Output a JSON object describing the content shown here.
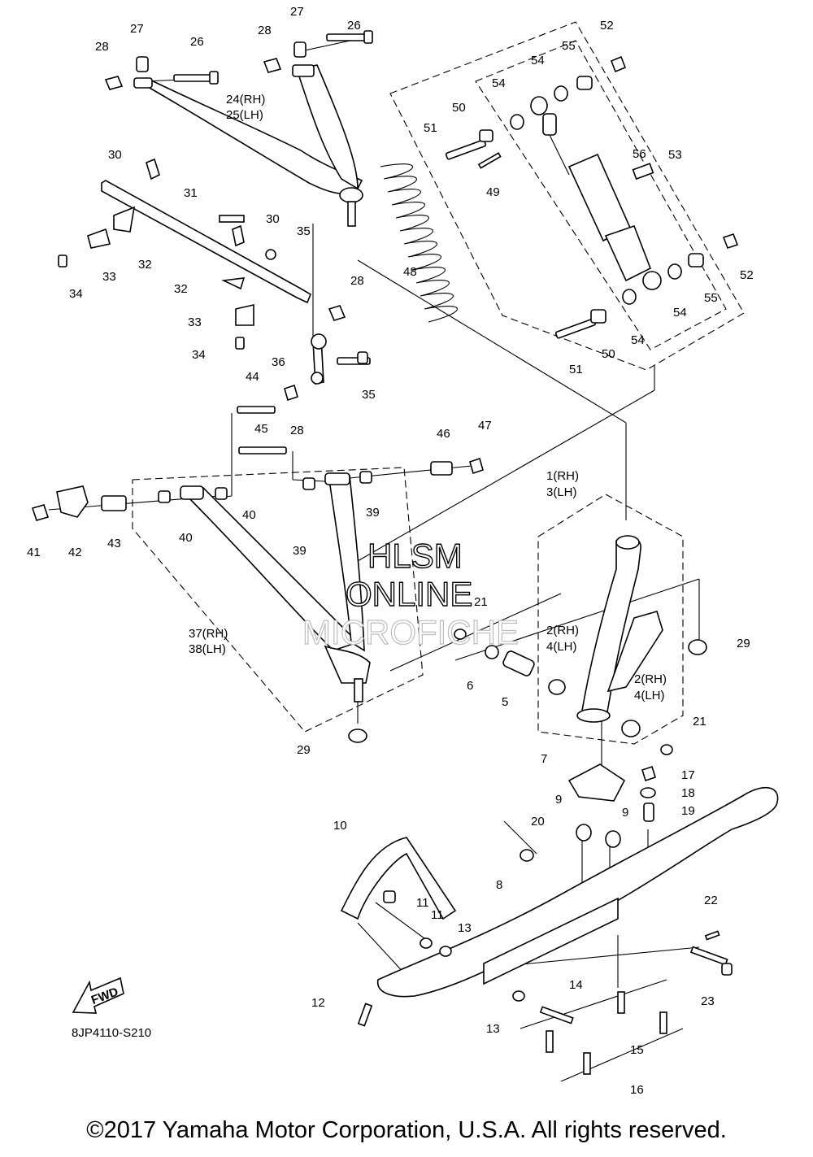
{
  "diagram_code": "8JP4110-S210",
  "copyright": "©2017 Yamaha Motor Corporation, U.S.A. All rights reserved.",
  "watermark": {
    "line1": "HLSM",
    "line2": "ONLINE",
    "line3": "MICROFICHE"
  },
  "fwd_label": "FWD",
  "callouts": {
    "c1": "1(RH)",
    "c3": "3(LH)",
    "c2a": "2(RH)",
    "c4a": "4(LH)",
    "c2b": "2(RH)",
    "c4b": "4(LH)",
    "c5": "5",
    "c6": "6",
    "c7": "7",
    "c8": "8",
    "c9a": "9",
    "c9b": "9",
    "c10": "10",
    "c11a": "11",
    "c11b": "11",
    "c12": "12",
    "c13a": "13",
    "c13b": "13",
    "c14": "14",
    "c15": "15",
    "c16": "16",
    "c17": "17",
    "c18": "18",
    "c19": "19",
    "c20": "20",
    "c21a": "21",
    "c21b": "21",
    "c22": "22",
    "c23": "23",
    "c24": "24(RH)",
    "c25": "25(LH)",
    "c26a": "26",
    "c26b": "26",
    "c27a": "27",
    "c27b": "27",
    "c28a": "28",
    "c28b": "28",
    "c28c": "28",
    "c28d": "28",
    "c29a": "29",
    "c29b": "29",
    "c30a": "30",
    "c30b": "30",
    "c31": "31",
    "c32a": "32",
    "c32b": "32",
    "c33a": "33",
    "c33b": "33",
    "c34a": "34",
    "c34b": "34",
    "c35a": "35",
    "c35b": "35",
    "c36": "36",
    "c37": "37(RH)",
    "c38": "38(LH)",
    "c39a": "39",
    "c39b": "39",
    "c40a": "40",
    "c40b": "40",
    "c41": "41",
    "c42": "42",
    "c43": "43",
    "c44": "44",
    "c45": "45",
    "c46": "46",
    "c47": "47",
    "c48": "48",
    "c49": "49",
    "c50a": "50",
    "c50b": "50",
    "c51a": "51",
    "c51b": "51",
    "c52a": "52",
    "c52b": "52",
    "c53": "53",
    "c54a": "54",
    "c54b": "54",
    "c54c": "54",
    "c54d": "54",
    "c55a": "55",
    "c55b": "55",
    "c56": "56"
  }
}
